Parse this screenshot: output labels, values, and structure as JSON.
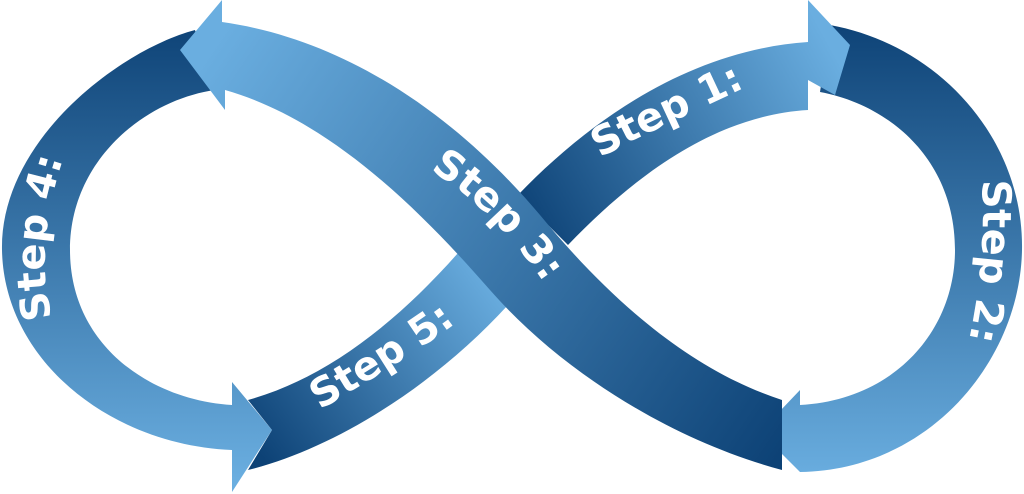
{
  "steps": [
    {
      "label": "Step 1:"
    },
    {
      "label": "Step 2:"
    },
    {
      "label": "Step 3:"
    },
    {
      "label": "Step 4:"
    },
    {
      "label": "Step 5:"
    }
  ],
  "colors": {
    "dark_blue": "#0d4276",
    "light_blue": "#6aaee0",
    "background": "#ffffff",
    "text": "#ffffff"
  }
}
